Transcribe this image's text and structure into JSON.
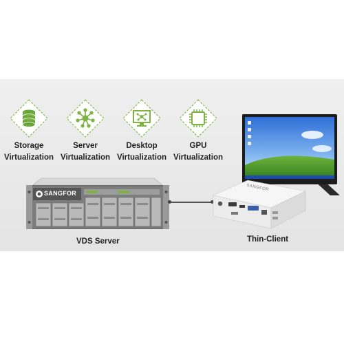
{
  "features": [
    {
      "line1": "Storage",
      "line2": "Virtualization",
      "icon": "database-icon"
    },
    {
      "line1": "Server",
      "line2": "Virtualization",
      "icon": "network-nodes-icon"
    },
    {
      "line1": "Desktop",
      "line2": "Virtualization",
      "icon": "desktop-monitor-icon"
    },
    {
      "line1": "GPU",
      "line2": "Virtualization",
      "icon": "chip-icon"
    }
  ],
  "server": {
    "brand": "SANGFOR",
    "caption": "VDS Server"
  },
  "client": {
    "caption": "Thin-Client",
    "label": "SANGFOR"
  },
  "colors": {
    "accent": "#7cb342",
    "panel": "#ebebeb",
    "text": "#222222"
  }
}
